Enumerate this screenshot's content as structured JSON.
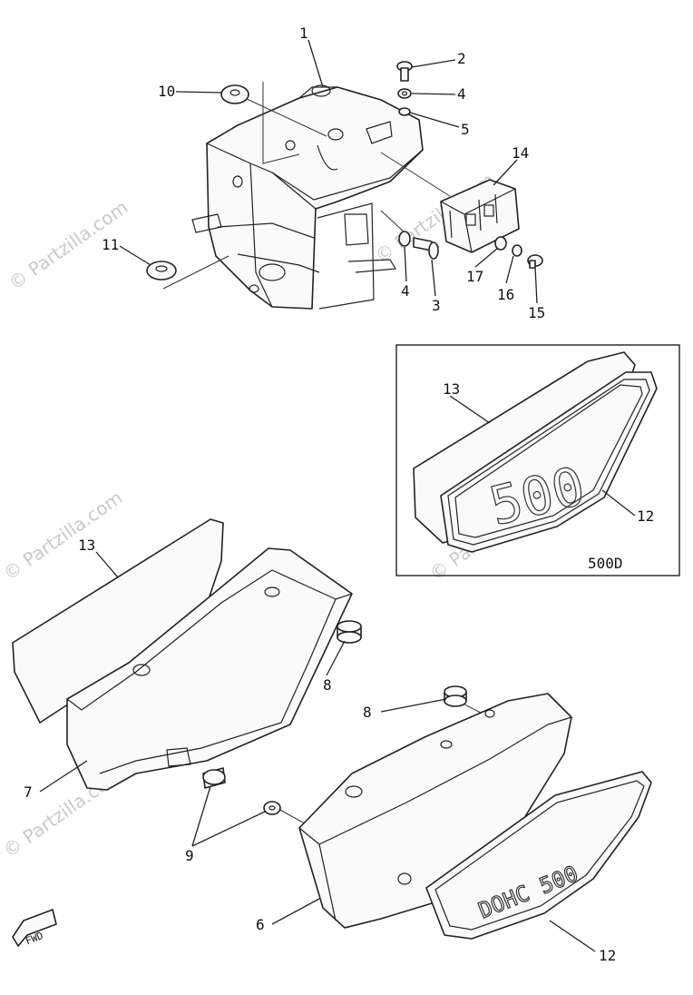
{
  "watermark": "© Partzilla.com",
  "callouts": {
    "c1": "1",
    "c2": "2",
    "c3": "3",
    "c4a": "4",
    "c4b": "4",
    "c5": "5",
    "c6": "6",
    "c7": "7",
    "c8a": "8",
    "c8b": "8",
    "c9": "9",
    "c10": "10",
    "c11": "11",
    "c12a": "12",
    "c12b": "12",
    "c13a": "13",
    "c13b": "13",
    "c14": "14",
    "c15": "15",
    "c16": "16",
    "c17": "17"
  },
  "inset": {
    "label": "500D",
    "emblem_text": "500"
  },
  "cover_emblem_text": "DOHC 500",
  "fwd_label": "FWD"
}
